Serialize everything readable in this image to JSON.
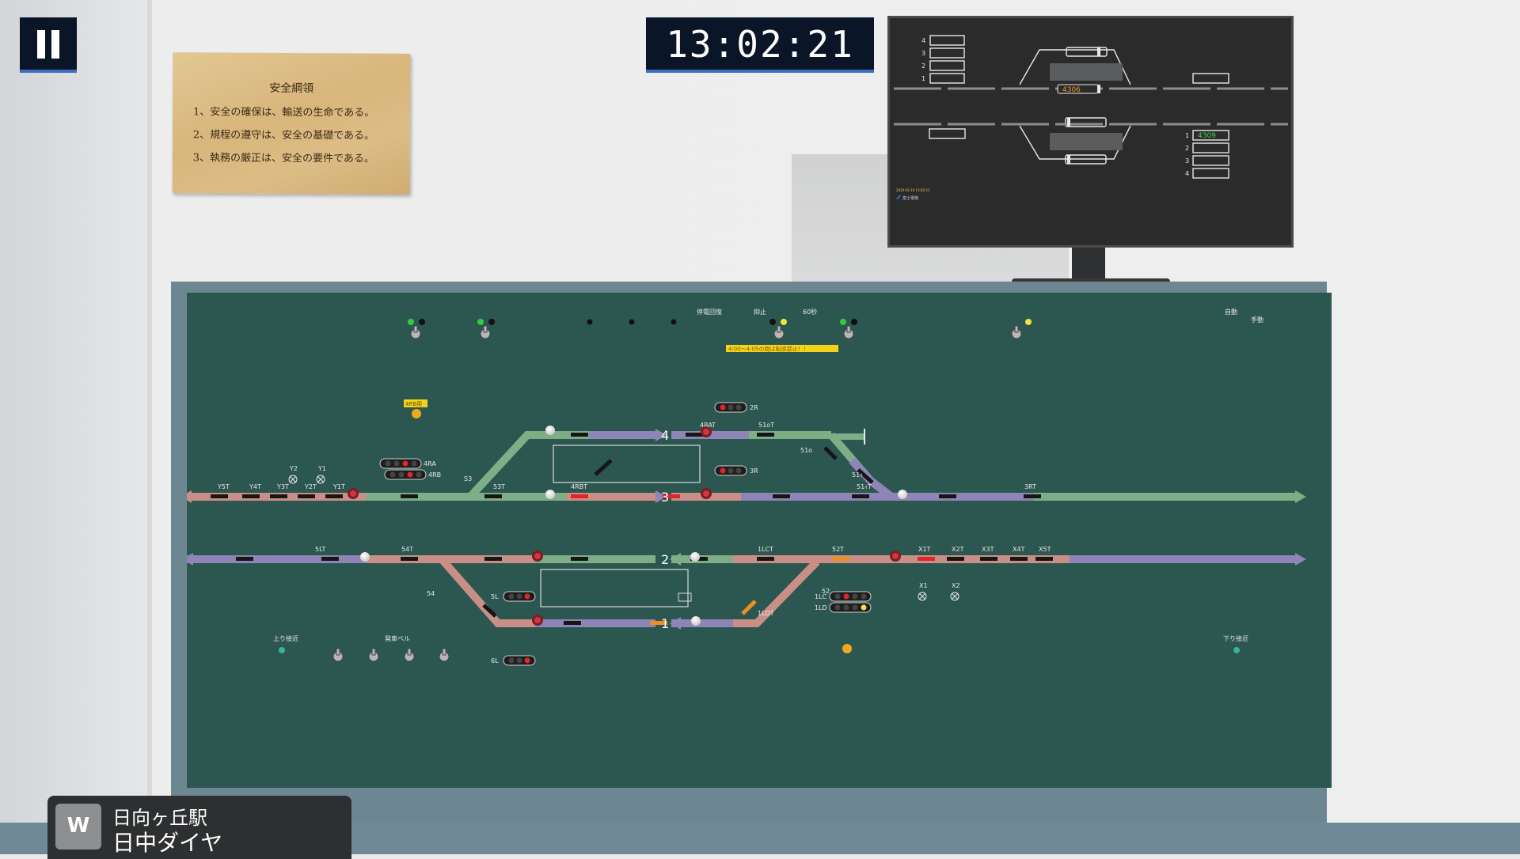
{
  "clock": {
    "time": "13:02:21"
  },
  "pause_button": {
    "icon": "pause-icon"
  },
  "plaque": {
    "title": "安全綱領",
    "lines": [
      "1、安全の確保は、輸送の生命である。",
      "2、規程の遵守は、安全の基礎である。",
      "3、執務の厳正は、安全の要件である。"
    ]
  },
  "monitor": {
    "upper_tracks": [
      "4",
      "3",
      "2",
      "1"
    ],
    "lower_tracks": [
      "1",
      "2",
      "3",
      "4"
    ],
    "train_upper": "4306",
    "train_lower": "4309",
    "footer_date": "2024-02-16 13:02:21",
    "footer_brand": "富士電機"
  },
  "panel": {
    "top_labels": {
      "power_restore": "停電回復",
      "stop": "抑止",
      "sixty_sec": "60秒",
      "auto": "自動",
      "manual": "手動"
    },
    "notice": "4:00～4:05の間は転換禁止！！",
    "lever_4rb": "4RB用",
    "track_numbers": [
      "4",
      "3",
      "2",
      "1"
    ],
    "labels": {
      "y5t": "Y5T",
      "y4t": "Y4T",
      "y3t": "Y3T",
      "y2t": "Y2T",
      "y1t": "Y1T",
      "y2": "Y2",
      "y1": "Y1",
      "t53": "53T",
      "s3": "S3",
      "t4rat": "4RAT",
      "t4rbt": "4RBT",
      "s4ra": "4RA",
      "s4rb": "4RB",
      "s2r": "2R",
      "s3r": "3R",
      "t51ot": "51oT",
      "p51o": "51o",
      "p51i": "51ｨ",
      "t51it": "51ｨT",
      "t3rt": "3RT",
      "t5lt": "5LT",
      "t54t": "54T",
      "p54": "54",
      "s5l": "5L",
      "s6l": "6L",
      "t1lct": "1LCT",
      "t1ldt": "1LDT",
      "t52t": "52T",
      "p52": "52",
      "s1lc": "1LC",
      "s1ld": "1LD",
      "x1t": "X1T",
      "x2t": "X2T",
      "x3t": "X3T",
      "x4t": "X4T",
      "x5t": "X5T",
      "x1": "X1",
      "x2": "X2",
      "up_approach": "上り接近",
      "down_approach": "下り接近",
      "bell": "発車ベル"
    }
  },
  "station": {
    "key": "W",
    "name": "日向ヶ丘駅",
    "diagram": "日中ダイヤ"
  },
  "colors": {
    "panel": "#2c5751",
    "green": "#7fae86",
    "purple": "#8f84b6",
    "pink": "#c98f86",
    "red": "#e2252a",
    "orange": "#ef8f1e",
    "amber": "#f0a91b"
  }
}
